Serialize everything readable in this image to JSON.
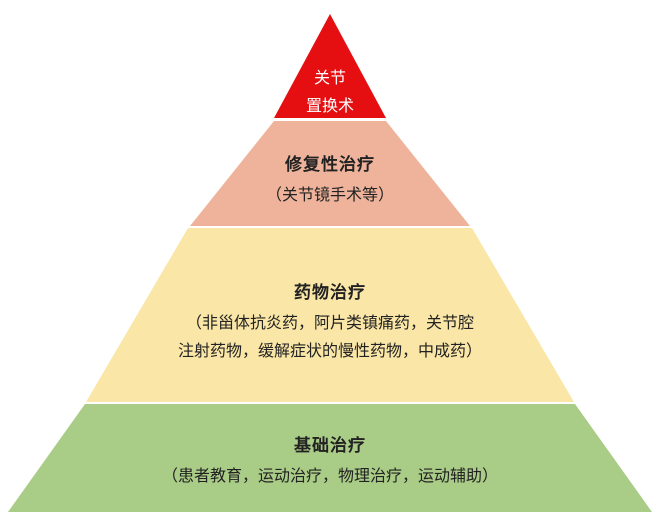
{
  "pyramid": {
    "levels": [
      {
        "id": "top",
        "color": "#e50f12",
        "lines": [
          "关节",
          "置换术"
        ]
      },
      {
        "id": "repair",
        "color": "#eeb39a",
        "title": "修复性治疗",
        "subtitle": "（关节镜手术等）"
      },
      {
        "id": "medication",
        "color": "#fae7a7",
        "title": "药物治疗",
        "lines": [
          "（非甾体抗炎药，阿片类镇痛药，关节腔",
          "注射药物，缓解症状的慢性药物，中成药）"
        ]
      },
      {
        "id": "basic",
        "color": "#a9cc86",
        "title": "基础治疗",
        "subtitle": "（患者教育，运动治疗，物理治疗，运动辅助）"
      }
    ]
  }
}
